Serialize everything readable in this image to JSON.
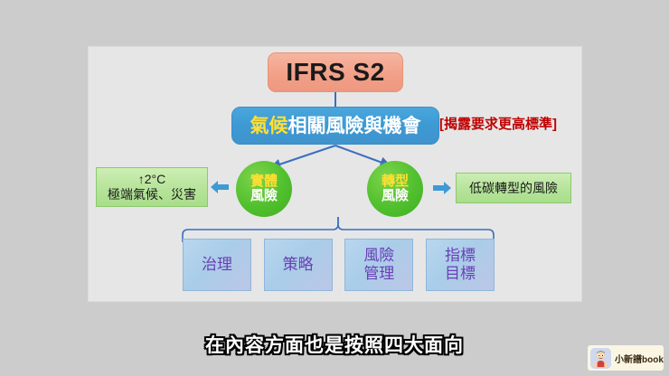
{
  "slide": {
    "title_box": {
      "label": "IFRS S2"
    },
    "main_box": {
      "highlight": "氣候",
      "rest": "相關風險與機會"
    },
    "annotation": {
      "text": "[揭露要求更高標準]"
    },
    "circles": [
      {
        "name": "physical-risk",
        "line1": "實體",
        "line2": "風險"
      },
      {
        "name": "transition-risk",
        "line1": "轉型",
        "line2": "風險"
      }
    ],
    "side_notes": {
      "left": {
        "line1": "↑2°C",
        "line2": "極端氣候、災害"
      },
      "right": {
        "line1": "低碳轉型的風險"
      }
    },
    "pillars": [
      {
        "line1": "治理",
        "line2": ""
      },
      {
        "line1": "策略",
        "line2": ""
      },
      {
        "line1": "風險",
        "line2": "管理"
      },
      {
        "line1": "指標",
        "line2": "目標"
      }
    ]
  },
  "subtitle": {
    "text": "在內容方面也是按照四大面向"
  },
  "watermark": {
    "label": "小新譜book"
  },
  "colors": {
    "background": "#cccccc",
    "panel": "#e6e6e6",
    "title_box": "#f2a088",
    "main_box": "#3e9ad4",
    "highlight_text": "#ffe033",
    "annotation": "#c00000",
    "circle_green": "#51c02e",
    "green_box": "#b6e39a",
    "pillar_box": "#a9cde9",
    "pillar_text": "#6a3fb5",
    "connector": "#3a6fbf"
  }
}
